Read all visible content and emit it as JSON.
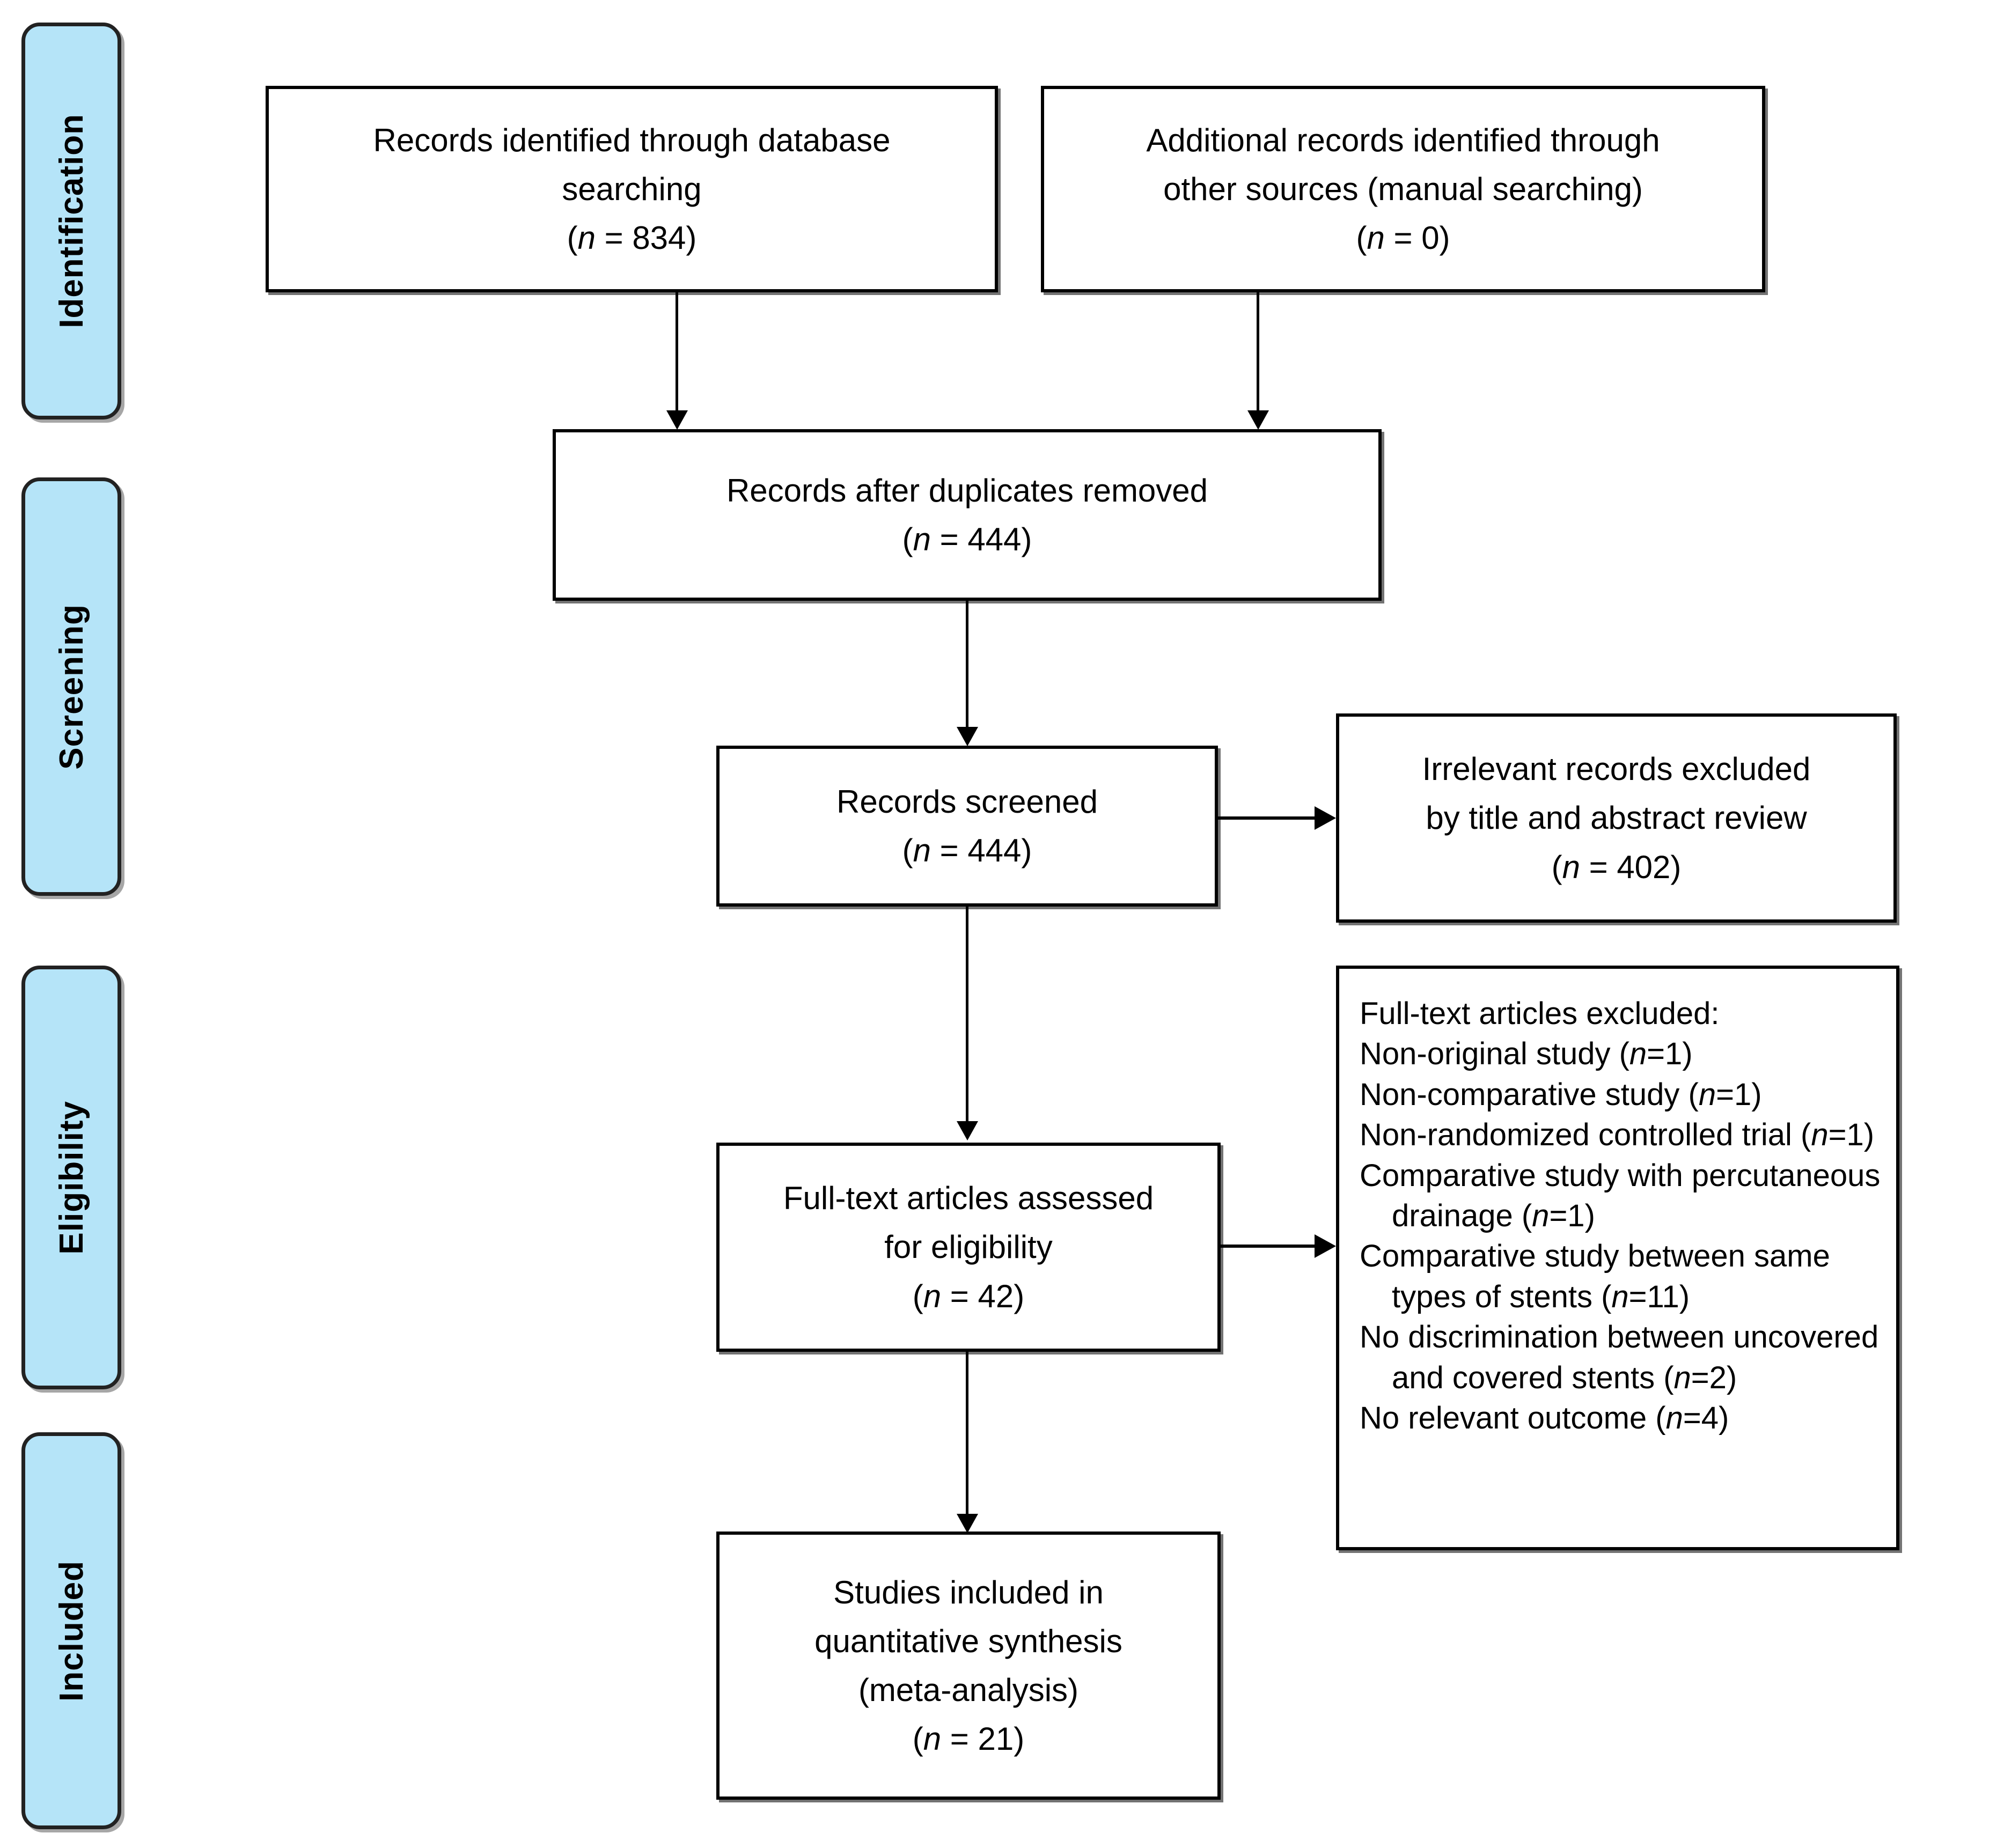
{
  "diagram": {
    "type": "prisma-flow-diagram",
    "accent_color": "#b5e4f8",
    "line_color": "#000000",
    "background": "#ffffff"
  },
  "stages": [
    {
      "id": "identification",
      "label": "Identification"
    },
    {
      "id": "screening",
      "label": "Screening"
    },
    {
      "id": "eligibility",
      "label": "Eligibility"
    },
    {
      "id": "included",
      "label": "Included"
    }
  ],
  "boxes": {
    "database_search": {
      "line1": "Records identified through database",
      "line2": "searching",
      "count_prefix": "(",
      "count_n": "n",
      "count_value": " = 834)"
    },
    "other_sources": {
      "line1": "Additional records identified through",
      "line2": "other sources (manual searching)",
      "count_prefix": "(",
      "count_n": "n",
      "count_value": " = 0)"
    },
    "duplicates_removed": {
      "line1": "Records after duplicates removed",
      "count_prefix": "(",
      "count_n": "n",
      "count_value": " = 444)"
    },
    "records_screened": {
      "line1": "Records screened",
      "count_prefix": "(",
      "count_n": "n",
      "count_value": " = 444)"
    },
    "irrelevant_excluded": {
      "line1": "Irrelevant records excluded",
      "line2": "by title and abstract review",
      "count_prefix": "(",
      "count_n": "n",
      "count_value": " = 402)"
    },
    "fulltext_assessed": {
      "line1": "Full-text articles assessed",
      "line2": "for eligibility",
      "count_prefix": "(",
      "count_n": "n",
      "count_value": " = 42)"
    },
    "fulltext_excluded": {
      "heading": "Full-text articles excluded:",
      "reasons": [
        {
          "text": "Non-original study (",
          "n": "n",
          "value": "=1)",
          "indent": false
        },
        {
          "text": "Non-comparative study (",
          "n": "n",
          "value": "=1)",
          "indent": false
        },
        {
          "text": "Non-randomized controlled trial (",
          "n": "n",
          "value": "=1)",
          "indent": false
        },
        {
          "text": "Comparative study with percutaneous",
          "n": "",
          "value": "",
          "indent": false
        },
        {
          "text": "drainage (",
          "n": "n",
          "value": "=1)",
          "indent": true
        },
        {
          "text": "Comparative study between same",
          "n": "",
          "value": "",
          "indent": false
        },
        {
          "text": "types of stents (",
          "n": "n",
          "value": "=11)",
          "indent": true
        },
        {
          "text": "No discrimination between uncovered",
          "n": "",
          "value": "",
          "indent": false
        },
        {
          "text": "and covered stents (",
          "n": "n",
          "value": "=2)",
          "indent": true
        },
        {
          "text": "No relevant outcome (",
          "n": "n",
          "value": "=4)",
          "indent": false
        }
      ]
    },
    "studies_included": {
      "line1": "Studies included in",
      "line2": "quantitative synthesis",
      "line3": "(meta-analysis)",
      "count_prefix": "(",
      "count_n": "n",
      "count_value": " = 21)"
    }
  }
}
